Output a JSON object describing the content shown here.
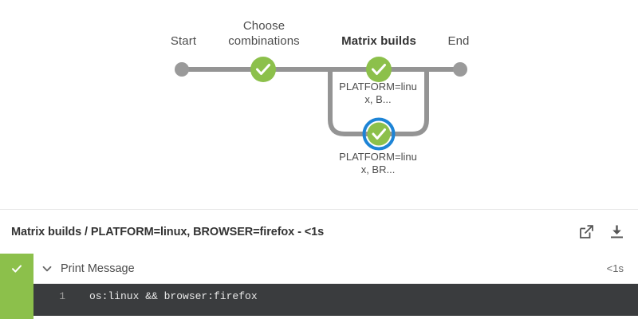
{
  "graph": {
    "stages": [
      {
        "id": "start",
        "title": "Start",
        "current": false
      },
      {
        "id": "choose",
        "title": "Choose\ncombinations",
        "current": false
      },
      {
        "id": "matrix",
        "title": "Matrix builds",
        "current": true
      },
      {
        "id": "end",
        "title": "End",
        "current": false
      }
    ],
    "nodes": [
      {
        "id": "node-choose",
        "status": "success",
        "selected": false,
        "label": ""
      },
      {
        "id": "node-matrix-1",
        "status": "success",
        "selected": false,
        "label": "PLATFORM=linu\nx, B..."
      },
      {
        "id": "node-matrix-2",
        "status": "success",
        "selected": true,
        "label": "PLATFORM=linu\nx, BR..."
      }
    ],
    "endpoints": {
      "start_icon": "start-dot",
      "end_icon": "end-dot"
    },
    "colors": {
      "success": "#8cc04b",
      "success_ring": "#7ab02f",
      "selected_ring": "#1d84d6",
      "edge": "#949494",
      "endpoint": "#9a9a9a"
    }
  },
  "log_header": {
    "title": "Matrix builds / PLATFORM=linux, BROWSER=firefox - <1s",
    "actions": [
      {
        "id": "open-external",
        "icon": "external-link-icon",
        "label": "Open in new window"
      },
      {
        "id": "download",
        "icon": "download-icon",
        "label": "Download logs"
      }
    ]
  },
  "steps": [
    {
      "status": "success",
      "expanded": true,
      "name": "Print Message",
      "duration": "<1s",
      "toggle_icon": "chevron-down-icon",
      "status_icon": "check-icon",
      "console": {
        "lines": [
          {
            "no": "1",
            "text": "os:linux && browser:firefox"
          }
        ]
      }
    },
    {
      "status": "success",
      "expanded": false,
      "name": "",
      "duration": "",
      "status_icon": "check-icon"
    }
  ]
}
